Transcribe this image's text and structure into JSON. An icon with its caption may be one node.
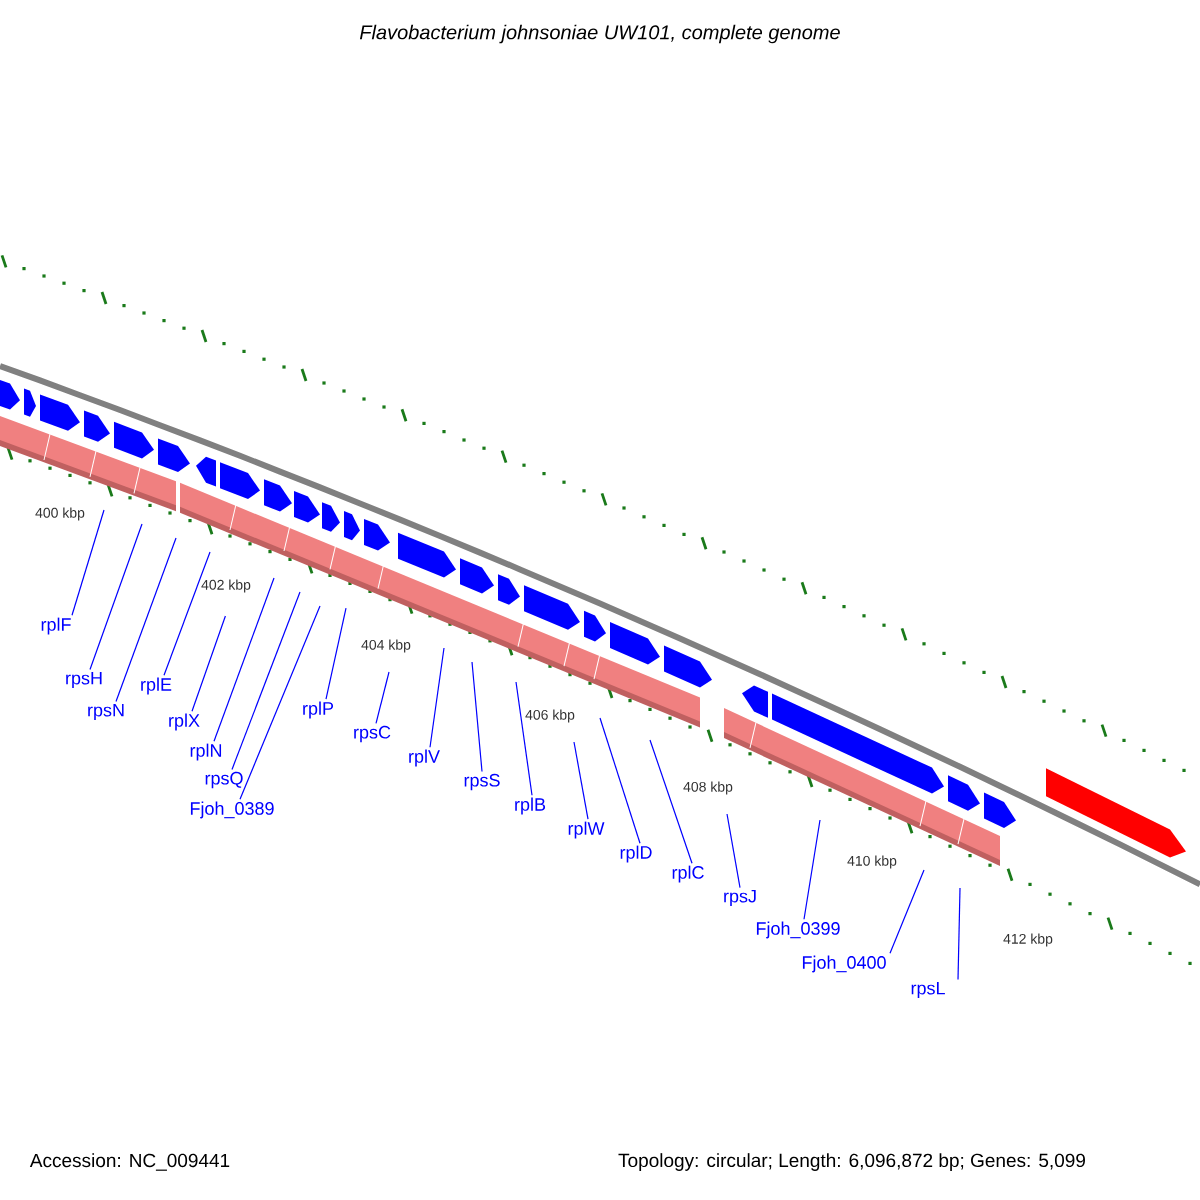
{
  "diagram": {
    "title": "Flavobacterium johnsoniae UW101, complete genome",
    "nodes": [
      {
        "text": [
          "rplF"
        ]
      },
      {
        "text": [
          "rpsH"
        ]
      },
      {
        "text": [
          "rpsN"
        ]
      },
      {
        "text": [
          "rplE"
        ]
      },
      {
        "text": [
          "rplX"
        ]
      },
      {
        "text": [
          "rplN"
        ]
      },
      {
        "text": [
          "rpsQ"
        ]
      },
      {
        "text": [
          "Fjoh_0389"
        ]
      },
      {
        "text": [
          "rplP"
        ]
      },
      {
        "text": [
          "rpsC"
        ]
      },
      {
        "text": [
          "rplV"
        ]
      },
      {
        "text": [
          "rpsS"
        ]
      },
      {
        "text": [
          "rplB"
        ]
      },
      {
        "text": [
          "rplW"
        ]
      },
      {
        "text": [
          "rplD"
        ]
      },
      {
        "text": [
          "rplC"
        ]
      },
      {
        "text": [
          "rpsJ"
        ]
      },
      {
        "text": [
          "Fjoh_0399"
        ]
      },
      {
        "text": [
          "Fjoh_0400"
        ]
      },
      {
        "text": [
          "rpsL"
        ]
      }
    ],
    "edges": [
      {
        "from": 0,
        "to": null,
        "arrow": "none"
      },
      {
        "from": 1,
        "to": null,
        "arrow": "none"
      },
      {
        "from": 2,
        "to": null,
        "arrow": "none"
      },
      {
        "from": 3,
        "to": null,
        "arrow": "none"
      },
      {
        "from": 4,
        "to": null,
        "arrow": "none"
      },
      {
        "from": 5,
        "to": null,
        "arrow": "none"
      },
      {
        "from": 6,
        "to": null,
        "arrow": "none"
      },
      {
        "from": 7,
        "to": null,
        "arrow": "none"
      },
      {
        "from": 8,
        "to": null,
        "arrow": "none"
      },
      {
        "from": 9,
        "to": null,
        "arrow": "none"
      },
      {
        "from": 10,
        "to": null,
        "arrow": "none"
      },
      {
        "from": 11,
        "to": null,
        "arrow": "none"
      },
      {
        "from": 12,
        "to": null,
        "arrow": "none"
      },
      {
        "from": 13,
        "to": null,
        "arrow": "none"
      },
      {
        "from": 14,
        "to": null,
        "arrow": "none"
      },
      {
        "from": 15,
        "to": null,
        "arrow": "none"
      },
      {
        "from": 16,
        "to": null,
        "arrow": "none"
      },
      {
        "from": 17,
        "to": null,
        "arrow": "none"
      },
      {
        "from": 18,
        "to": null,
        "arrow": "none"
      },
      {
        "from": 19,
        "to": null,
        "arrow": "none"
      }
    ],
    "labels": [
      "400 kbp",
      "402 kbp",
      "404 kbp",
      "406 kbp",
      "408 kbp",
      "410 kbp",
      "412 kbp",
      "Accession: NC_009441",
      "Topology: circular; Length: 6,096,872 bp; Genes: 5,099"
    ]
  }
}
